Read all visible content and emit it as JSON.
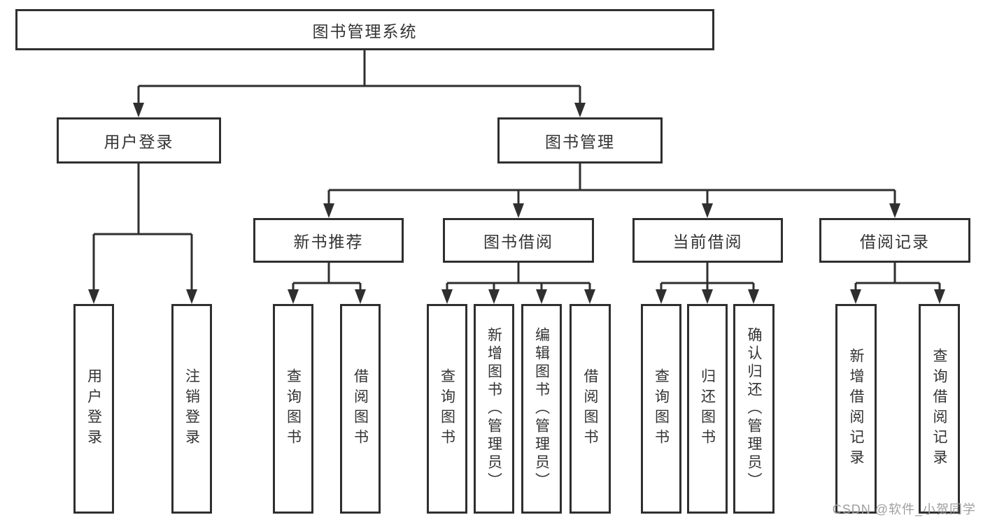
{
  "tree": {
    "root": {
      "label": "图书管理系统"
    },
    "branches": [
      {
        "label": "用户登录",
        "children": [
          "用户登录",
          "注销登录"
        ]
      },
      {
        "label": "图书管理",
        "sections": [
          {
            "label": "新书推荐",
            "children": [
              "查询图书",
              "借阅图书"
            ]
          },
          {
            "label": "图书借阅",
            "children": [
              "查询图书",
              "新增图书（管理员）",
              "编辑图书（管理员）",
              "借阅图书"
            ]
          },
          {
            "label": "当前借阅",
            "children": [
              "查询图书",
              "归还图书",
              "确认归还（管理员）"
            ]
          },
          {
            "label": "借阅记录",
            "children": [
              "新增借阅记录",
              "查询借阅记录"
            ]
          }
        ]
      }
    ]
  },
  "watermark": {
    "text": "CSDN @软件_小贺同学"
  },
  "colors": {
    "line": "#2f2f2f",
    "text": "#333333",
    "background": "#ffffff",
    "watermark": "#9f9f9f"
  }
}
